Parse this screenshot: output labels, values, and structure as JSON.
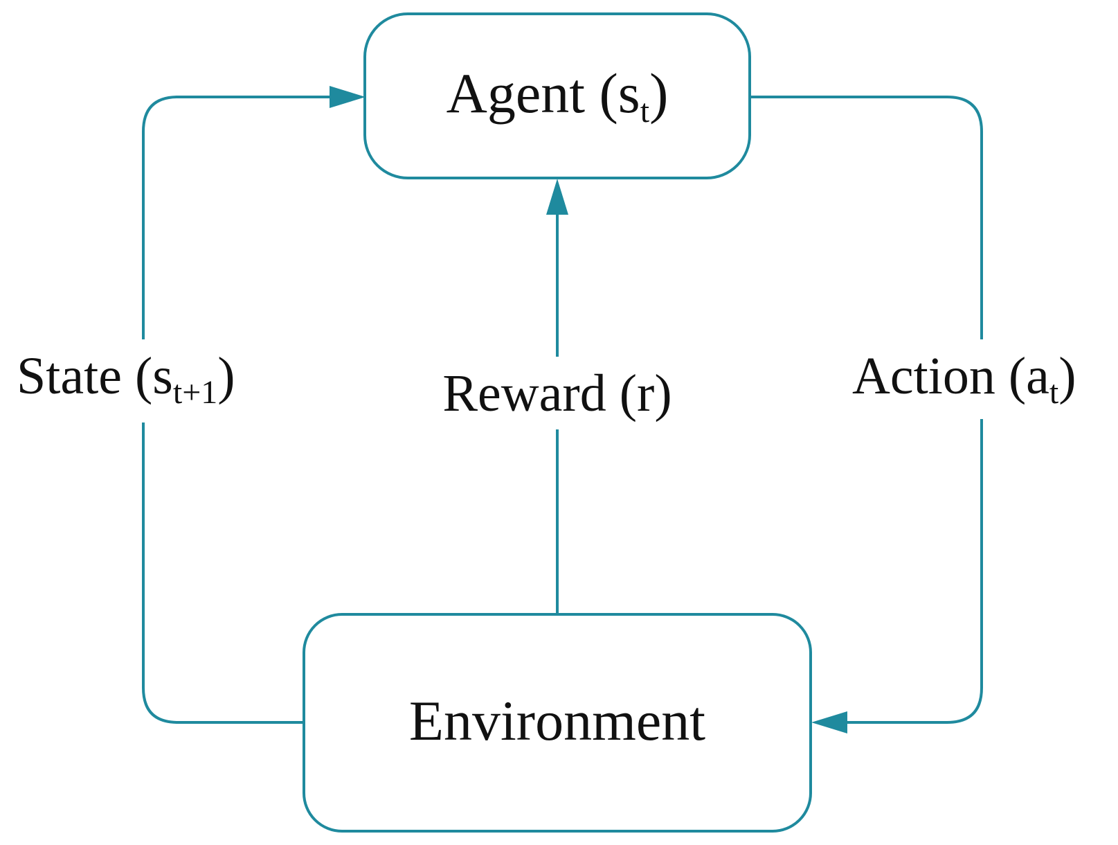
{
  "nodes": {
    "agent": {
      "label": "Agent (s",
      "subscript": "t",
      "label_end": ")"
    },
    "environment": {
      "label": "Environment"
    }
  },
  "edges": {
    "state": {
      "label": "State (s",
      "subscript": "t+1",
      "label_end": ")"
    },
    "reward": {
      "label": "Reward (r)"
    },
    "action": {
      "label": "Action (a",
      "subscript": "t",
      "label_end": ")"
    }
  },
  "colors": {
    "stroke": "#1f8a9e",
    "text": "#111111"
  }
}
